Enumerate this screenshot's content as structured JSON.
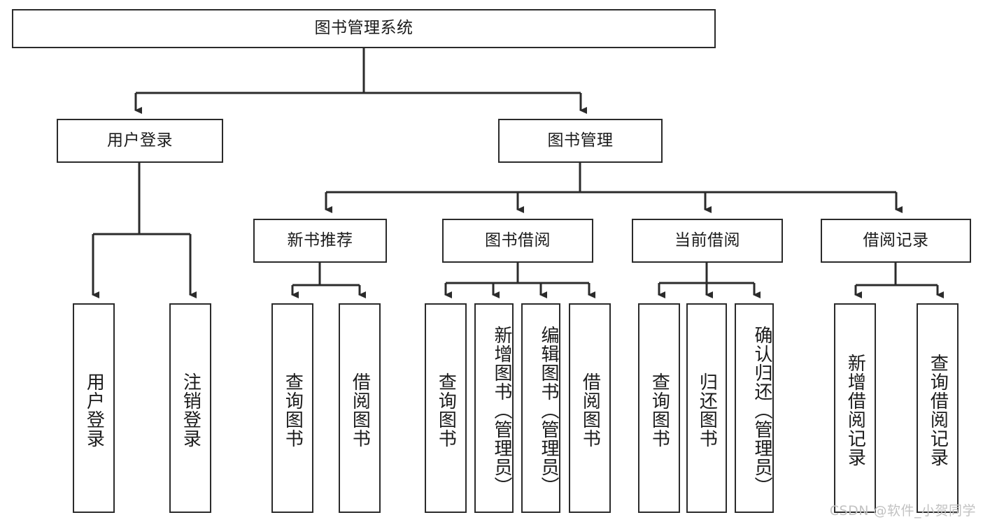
{
  "diagram": {
    "title": "图书管理系统",
    "type": "functional-structure-tree",
    "orientation": "top-down",
    "colors": {
      "background": "#ffffff",
      "node_border": "#2b2b2b",
      "node_fill": "#ffffff",
      "connector": "#2b2b2b",
      "text": "#1b1b1b",
      "watermark": "#c2c2c2"
    },
    "root": {
      "label": "图书管理系统"
    },
    "level2": [
      {
        "label": "用户登录"
      },
      {
        "label": "图书管理"
      }
    ],
    "level3": [
      {
        "label": "新书推荐"
      },
      {
        "label": "图书借阅"
      },
      {
        "label": "当前借阅"
      },
      {
        "label": "借阅记录"
      }
    ],
    "leaves": {
      "user_login": [
        {
          "label": "用户登录"
        },
        {
          "label": "注销登录"
        }
      ],
      "new_book_recommend": [
        {
          "label": "查询图书"
        },
        {
          "label": "借阅图书"
        }
      ],
      "book_borrow": [
        {
          "label": "查询图书"
        },
        {
          "label": "新增图书（管理员）"
        },
        {
          "label": "编辑图书（管理员）"
        },
        {
          "label": "借阅图书"
        }
      ],
      "current_borrow": [
        {
          "label": "查询图书"
        },
        {
          "label": "归还图书"
        },
        {
          "label": "确认归还（管理员）"
        }
      ],
      "borrow_record": [
        {
          "label": "新增借阅记录"
        },
        {
          "label": "查询借阅记录"
        }
      ]
    },
    "watermark": "CSDN @软件_小贺同学"
  }
}
